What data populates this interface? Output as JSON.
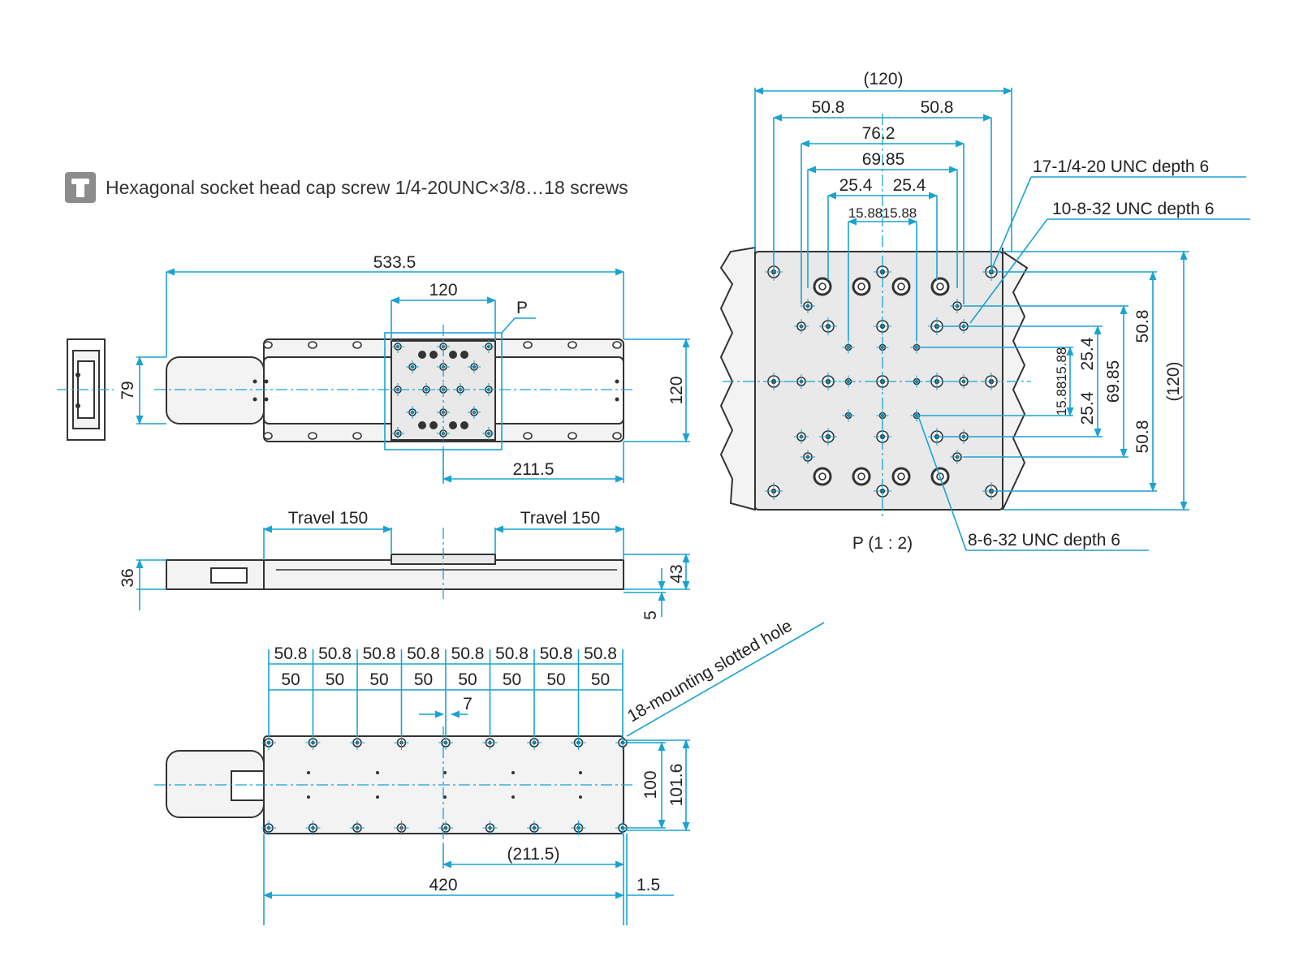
{
  "legend": {
    "icon": "hex-socket-screw-icon",
    "text": "Hexagonal socket head cap screw 1/4-20UNC×3/8…18 screws"
  },
  "colors": {
    "dimension": "#19a3d1",
    "outline": "#333333",
    "face": "#e9e9e9"
  },
  "top_view": {
    "overall_length": "533.5",
    "table_width": "120",
    "detail_ref": "P",
    "base_height": "79",
    "table_height": "120",
    "center_offset": "211.5"
  },
  "side_view": {
    "travel_left": "Travel 150",
    "travel_right": "Travel 150",
    "height_left": "36",
    "height_right": "43",
    "bottom_gap": "5"
  },
  "bottom_view": {
    "pitch_inch": [
      "50.8",
      "50.8",
      "50.8",
      "50.8",
      "50.8",
      "50.8",
      "50.8",
      "50.8"
    ],
    "pitch_mm": [
      "50",
      "50",
      "50",
      "50",
      "50",
      "50",
      "50",
      "50"
    ],
    "slot_width": "7",
    "slot_note": "18-mounting slotted hole",
    "width_inner": "100",
    "width_outer": "101.6",
    "center_offset": "(211.5)",
    "base_length": "420",
    "end_gap": "1.5"
  },
  "detail_view": {
    "title": "P (1 : 2)",
    "overall": "(120)",
    "half_508_left": "50.8",
    "half_508_right": "50.8",
    "span_762": "76.2",
    "span_6985": "69.85",
    "span_254_left": "25.4",
    "span_254_right": "25.4",
    "span_1588_left": "15.88",
    "span_1588_right": "15.88",
    "note_1420": "17-1/4-20 UNC depth 6",
    "note_832": "10-8-32 UNC  depth 6",
    "note_632": "8-6-32 UNC depth 6",
    "v_overall": "(120)",
    "v_508_top": "50.8",
    "v_508_bottom": "50.8",
    "v_6985": "69.85",
    "v_254_top": "25.4",
    "v_254_bottom": "25.4",
    "v_1588_top": "15.88",
    "v_1588_bottom": "15.88"
  }
}
